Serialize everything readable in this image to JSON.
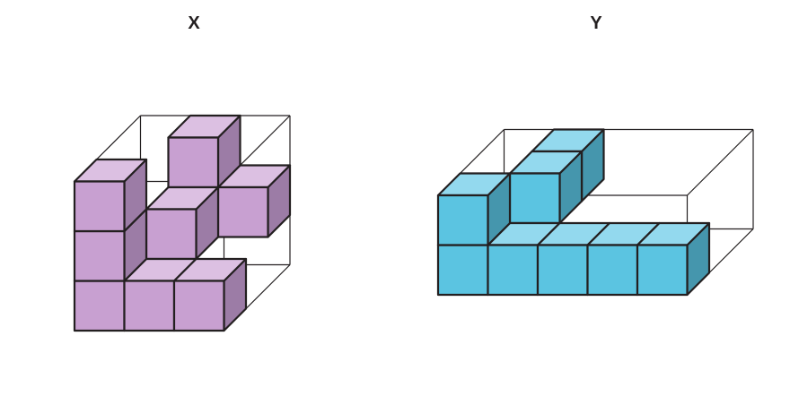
{
  "figures": [
    {
      "id": "X",
      "label": "X",
      "colors": {
        "front": "#c8a0d1",
        "top": "#dcc0e2",
        "side": "#9c7ca6"
      }
    },
    {
      "id": "Y",
      "label": "Y",
      "colors": {
        "front": "#5bc4e1",
        "top": "#93d9ee",
        "side": "#4596ad"
      }
    }
  ]
}
